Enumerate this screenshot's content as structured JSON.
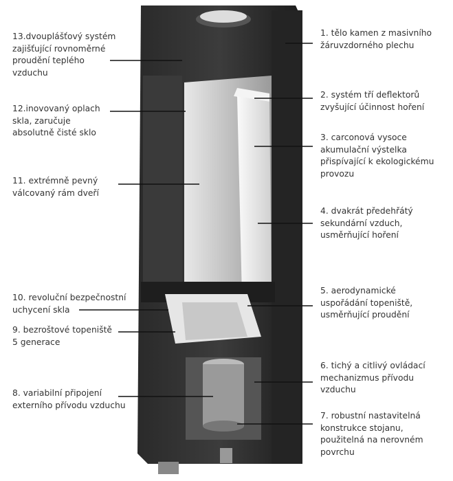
{
  "labels_left": [
    {
      "text": "13.dvouplášťový systém\nzajišťující rovnoměrné\nproudění teplého\nvzduchu"
    },
    {
      "text": "12.inovovaný oplach\nskla, zaručuje\nabsolutně čisté sklo"
    },
    {
      "text": "11. extrémně pevný\nválcovaný rám dveří"
    },
    {
      "text": "10. revoluční bezpečnostní\nuchycení skla"
    },
    {
      "text": "9. bezroštové topeniště\n5 generace"
    },
    {
      "text": "8. variabilní připojení\nexterního přívodu vzduchu"
    }
  ],
  "labels_right": [
    {
      "text": "1. tělo kamen z masivního\nžáruvzdorného plechu"
    },
    {
      "text": "2. systém tří deflektorů\nzvyšující účinnost hoření"
    },
    {
      "text": "3. carconová vysoce\nakumulační výstelka\npřispívající k ekologickému\nprovozu"
    },
    {
      "text": "4. dvakrát předehřátý\nsekundární vzduch,\nusměrňující hoření"
    },
    {
      "text": "5. aerodynamické\nuspořádání topeniště,\nusměrňující proudění"
    },
    {
      "text": "6. tichý a citlivý ovládací\nmechanizmus přívodu\nvzduchu"
    },
    {
      "text": "7. robustní nastavitelná\nkonstrukce stojanu,\npoužitelná na nerovném\npovrchu"
    }
  ]
}
